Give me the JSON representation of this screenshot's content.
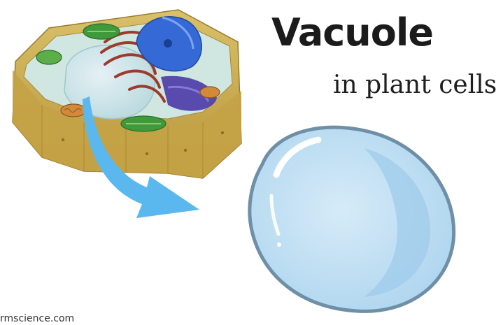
{
  "heading": {
    "title": "Vacuole",
    "subtitle": "in plant cells"
  },
  "footer": {
    "watermark": "rmscience.com"
  },
  "icons": {
    "cell": "plant-cell-illustration",
    "arrow": "curved-arrow",
    "vacuole": "vacuole-bubble"
  },
  "colors": {
    "title": "#1b1b1b",
    "arrow": "#5bb8ef",
    "vacuole_fill": "#b9dcf3",
    "vacuole_outline": "#6f8fa6",
    "cell_wall": "#c9a84a",
    "chloroplast": "#3f9a3b",
    "nucleus": "#3469d6",
    "er": "#9b3b2b"
  }
}
